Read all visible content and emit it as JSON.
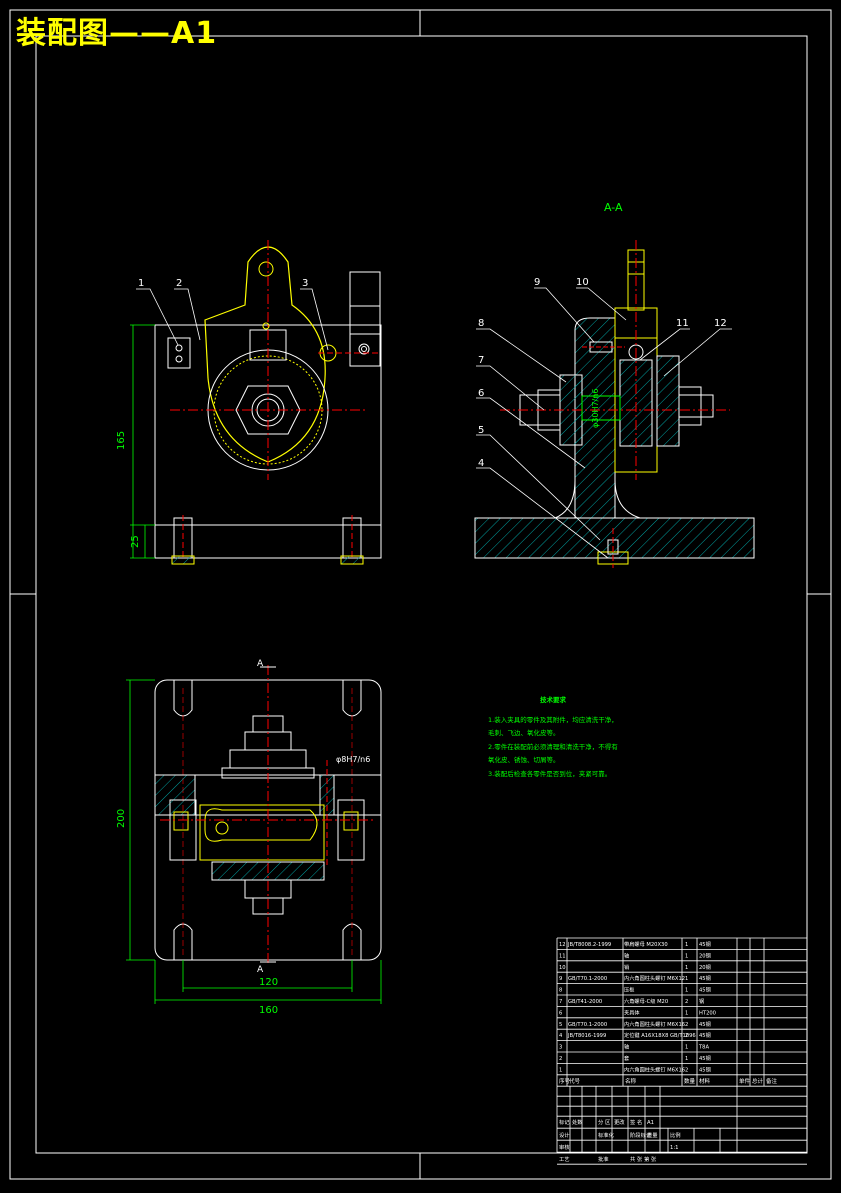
{
  "title": "装配图——A1",
  "section_label": "A-A",
  "section_mark": "A",
  "part_callouts": [
    "1",
    "2",
    "3",
    "4",
    "5",
    "6",
    "7",
    "8",
    "9",
    "10",
    "11",
    "12"
  ],
  "dims": {
    "h165": "165",
    "h25": "25",
    "h200": "200",
    "w120": "120",
    "w160": "160",
    "bore_fit": "φ30H7/n6",
    "hole_fit": "φ8H7/n6"
  },
  "notes": {
    "heading": "技术要求",
    "lines": [
      "1.装入夹具的零件及其附件，均应清洗干净，不得有",
      "  毛刺、飞边、氧化皮等。",
      "2.零件在装配前必须清理和清洗干净，不得有毛刺、飞边、",
      "  氧化皮、锈蚀、切屑等。",
      "3.装配后检查各零件是否到位，夹紧可靠。"
    ]
  },
  "bom": {
    "rows": [
      {
        "no": "12",
        "std": "JB/T8008.2-1999",
        "name": "带肩螺母 M20X30",
        "qty": "1",
        "mat": "45钢"
      },
      {
        "no": "11",
        "std": "",
        "name": "轴",
        "qty": "1",
        "mat": "20钢"
      },
      {
        "no": "10",
        "std": "",
        "name": "销",
        "qty": "1",
        "mat": "20钢"
      },
      {
        "no": "9",
        "std": "GB/T70.1-2000",
        "name": "内六角圆柱头螺钉 M6X12",
        "qty": "1",
        "mat": "45钢"
      },
      {
        "no": "8",
        "std": "",
        "name": "压板",
        "qty": "1",
        "mat": "45钢"
      },
      {
        "no": "7",
        "std": "GB/T41-2000",
        "name": "六角螺母-C级 M20",
        "qty": "2",
        "mat": "钢"
      },
      {
        "no": "6",
        "std": "",
        "name": "夹具体",
        "qty": "1",
        "mat": "HT200"
      },
      {
        "no": "5",
        "std": "GB/T70.1-2000",
        "name": "内六角圆柱头螺钉 M6X16",
        "qty": "2",
        "mat": "45钢"
      },
      {
        "no": "4",
        "std": "JB/T8016-1999",
        "name": "定位键 A16X18X8 GB/T1096",
        "qty": "2",
        "mat": "45钢"
      },
      {
        "no": "3",
        "std": "",
        "name": "轴",
        "qty": "1",
        "mat": "T8A"
      },
      {
        "no": "2",
        "std": "",
        "name": "套",
        "qty": "1",
        "mat": "45钢"
      },
      {
        "no": "1",
        "std": "",
        "name": "内六角圆柱头螺钉 M6X16",
        "qty": "2",
        "mat": "45钢"
      }
    ],
    "header": [
      "序号",
      "代号",
      "名称",
      "数量",
      "材料",
      "单件",
      "总计",
      "备注"
    ],
    "tb_row1": [
      "标记",
      "处数",
      "分 区",
      "更改",
      "签 名",
      "A1"
    ],
    "tb_row2": [
      "设计",
      "",
      "标准化",
      "",
      "阶段标记",
      "重量",
      "比例"
    ],
    "tb_row3": [
      "审核",
      "",
      "",
      "",
      "",
      "",
      "1:1"
    ],
    "tb_row4": [
      "工艺",
      "",
      "批准",
      "",
      "共 张 第 张"
    ]
  }
}
